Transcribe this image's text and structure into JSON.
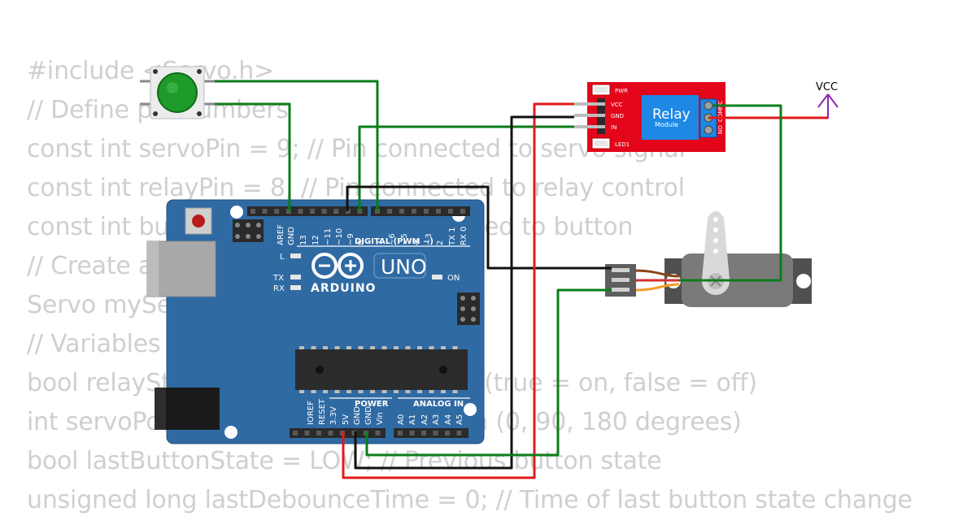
{
  "code_lines": [
    "#include <Servo.h>",
    "// Define pin numbers",
    "const int servoPin = 9; // Pin connected to servo signal",
    "const int relayPin = 8; // Pin connected to relay control",
    "const int buttonPin = 7; // Pin connected to button",
    "// Create a servo object",
    "Servo myServo;",
    "// Variables",
    "bool relayState = false; // Relay state (true = on, false = off)",
    "int servoPosition = 0; // Servo position (0, 90, 180 degrees)",
    "bool lastButtonState = LOW; // Previous button state",
    "unsigned long lastDebounceTime = 0; // Time of last button state change"
  ],
  "arduino": {
    "brand": "ARDUINO",
    "model": "UNO",
    "digital_header": "DIGITAL (PWM ~)",
    "power_header": "POWER",
    "analog_header": "ANALOG IN",
    "led_l": "L",
    "led_tx": "TX",
    "led_rx": "RX",
    "led_on": "ON",
    "digital_pins": [
      "AREF",
      "GND",
      "13",
      "12",
      "~11",
      "~10",
      "~9",
      "8",
      "7",
      "~6",
      "~5",
      "4",
      "~3",
      "2",
      "TX 1",
      "RX 0"
    ],
    "power_pins": [
      "IOREF",
      "RESET",
      "3.3V",
      "5V",
      "GND",
      "GND",
      "Vin"
    ],
    "analog_pins": [
      "A0",
      "A1",
      "A2",
      "A3",
      "A4",
      "A5"
    ]
  },
  "relay": {
    "title": "Relay",
    "subtitle": "Module",
    "pwr_label": "PWR",
    "led_label": "LED1",
    "pins": [
      "VCC",
      "GND",
      "IN"
    ],
    "contacts": [
      "NO",
      "COM",
      "NC"
    ],
    "board_color": "#e3061b",
    "relay_color": "#1e88e5"
  },
  "vcc_label": "VCC",
  "colors": {
    "wire_green": "#0b7d1a",
    "wire_red": "#e01b1b",
    "wire_black": "#111111",
    "board_blue": "#2f6aa3",
    "button_green": "#1e9a2a",
    "servo_body": "#7a7a7a",
    "vcc_purple": "#8b27b8"
  }
}
